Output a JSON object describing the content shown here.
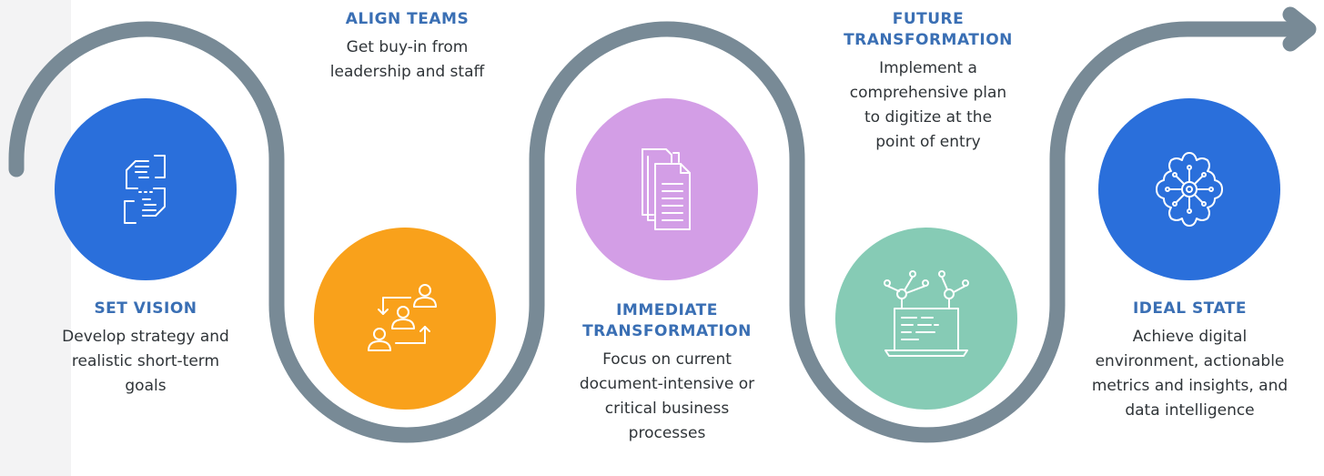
{
  "steps": [
    {
      "id": "set-vision",
      "title": "SET VISION",
      "description": "Develop strategy and realistic short-term goals",
      "color": "#2a6fdb",
      "icon": "hands-framing-icon"
    },
    {
      "id": "align-teams",
      "title": "ALIGN TEAMS",
      "description": "Get buy-in from leadership and staff",
      "color": "#f9a11b",
      "icon": "people-exchange-icon"
    },
    {
      "id": "immediate-transformation",
      "title": "IMMEDIATE TRANSFORMATION",
      "description": "Focus on current document-intensive or critical business processes",
      "color": "#d39ee6",
      "icon": "documents-icon"
    },
    {
      "id": "future-transformation",
      "title": "FUTURE TRANSFORMATION",
      "description": "Implement a comprehensive plan to digitize at the point of entry",
      "color": "#86cbb5",
      "icon": "laptop-network-icon"
    },
    {
      "id": "ideal-state",
      "title": "IDEAL STATE",
      "description": "Achieve digital environment, actionable metrics and insights, and data intelligence",
      "color": "#2a6fdb",
      "icon": "circuit-gear-icon"
    }
  ],
  "colors": {
    "path": "#788a96",
    "title": "#3a6fb4",
    "text": "#2f3438",
    "icon_stroke": "#ffffff"
  }
}
